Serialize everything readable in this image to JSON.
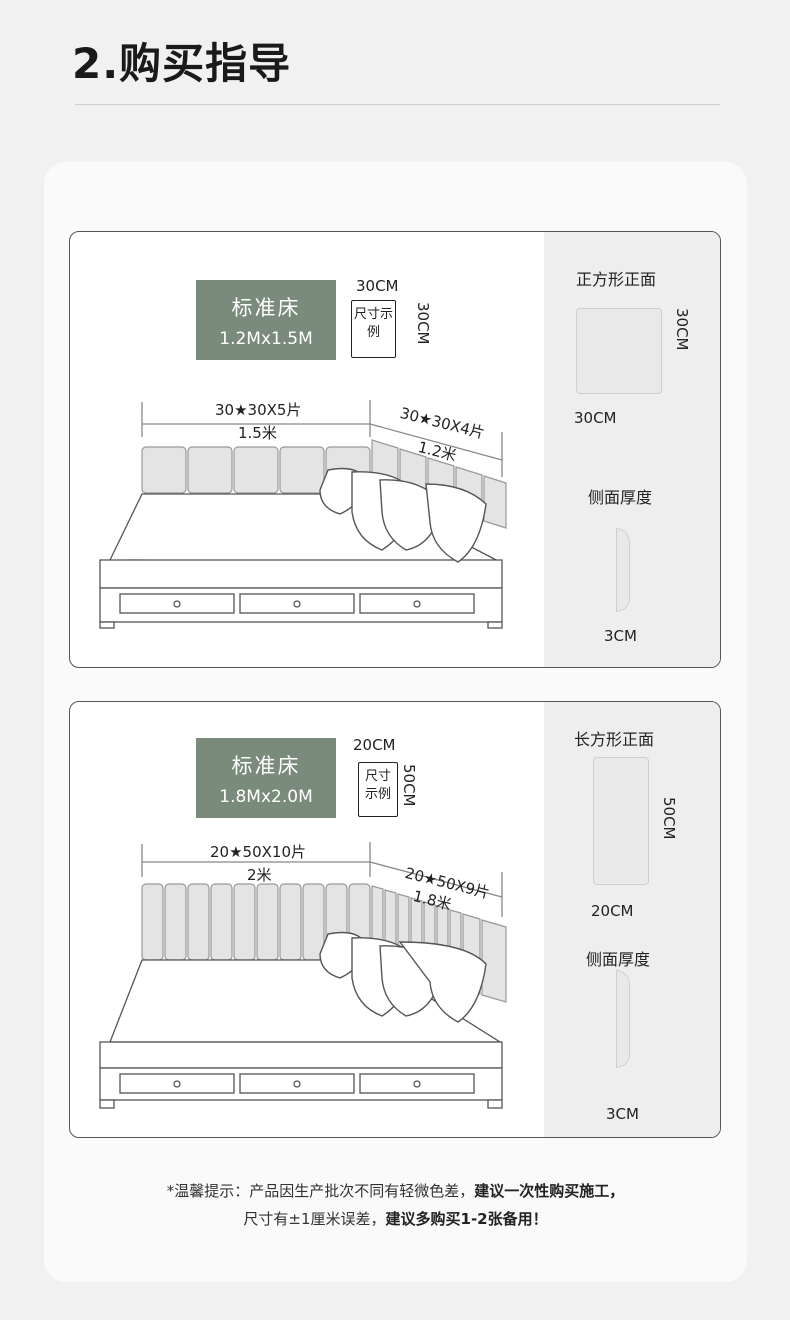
{
  "title": "2.购买指导",
  "panels": [
    {
      "badge_line1": "标准床",
      "badge_line2": "1.2Mx1.5M",
      "example_width": "30CM",
      "example_label": "尺寸示例",
      "example_height": "30CM",
      "back_label": "30★30X5片",
      "back_len": "1.5米",
      "side_label": "30★30X4片",
      "side_len": "1.2米",
      "shape_title": "正方形正面",
      "shape_height": "30CM",
      "shape_width": "30CM",
      "thickness_title": "侧面厚度",
      "thickness": "3CM"
    },
    {
      "badge_line1": "标准床",
      "badge_line2": "1.8Mx2.0M",
      "example_width": "20CM",
      "example_label": "尺寸示例",
      "example_height": "50CM",
      "back_label": "20★50X10片",
      "back_len": "2米",
      "side_label": "20★50X9片",
      "side_len": "1.8米",
      "shape_title": "长方形正面",
      "shape_height": "50CM",
      "shape_width": "20CM",
      "thickness_title": "侧面厚度",
      "thickness": "3CM"
    }
  ],
  "tip": {
    "line1_normal": "*温馨提示：产品因生产批次不同有轻微色差，",
    "line1_bold": "建议一次性购买施工，",
    "line2_normal": "尺寸有±1厘米误差，",
    "line2_bold": "建议多购买1-2张备用！"
  },
  "colors": {
    "badge": "#7a8b7b",
    "side_panel": "#eeeeee",
    "card": "#fafafa",
    "background": "#f1f1f1"
  }
}
